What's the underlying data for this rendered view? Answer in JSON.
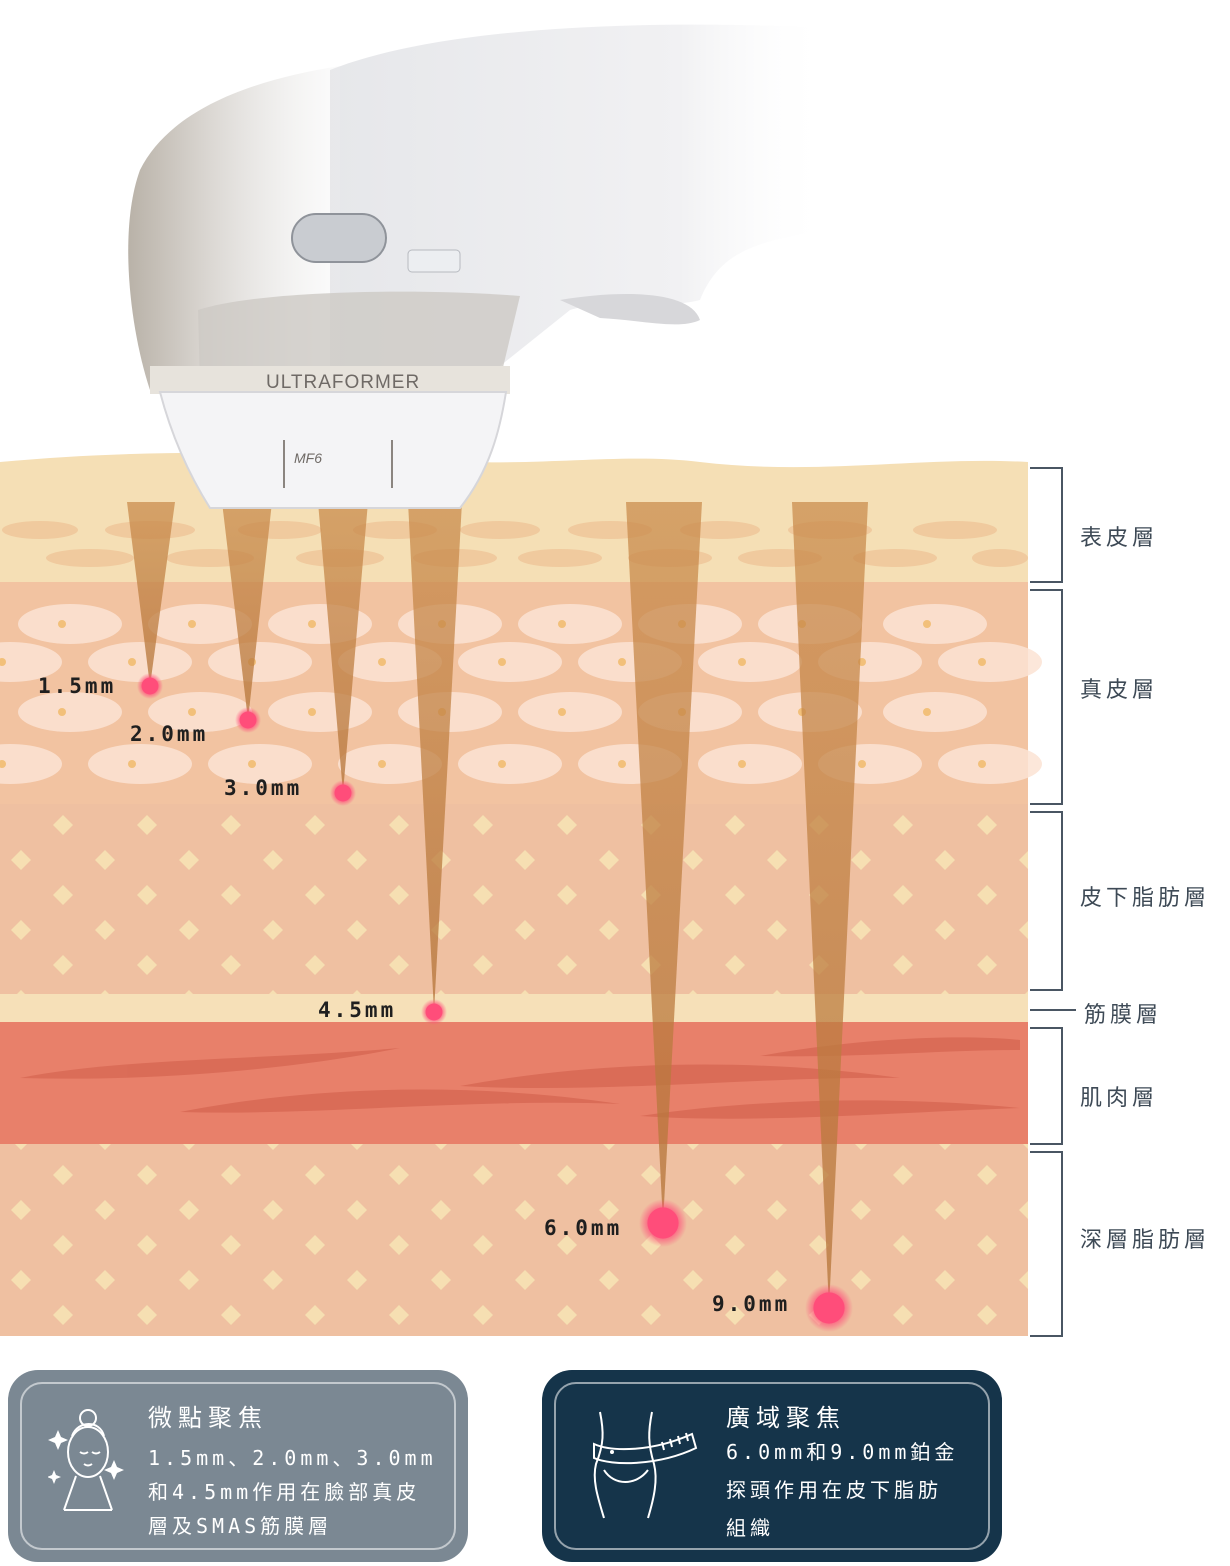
{
  "device": {
    "brand": "ULTRAFORMER",
    "model": "MF6"
  },
  "layers": [
    {
      "name": "表皮層",
      "color": "#f5dfb5"
    },
    {
      "name": "真皮層",
      "color": "#f2c3a1"
    },
    {
      "name": "皮下脂肪層",
      "color": "#efc0a1"
    },
    {
      "name": "筋膜層",
      "color": "#f6e0b8"
    },
    {
      "name": "肌肉層",
      "color": "#e8806a"
    },
    {
      "name": "深層脂肪層",
      "color": "#efc0a1"
    }
  ],
  "depths": [
    {
      "label": "1.5mm"
    },
    {
      "label": "2.0mm"
    },
    {
      "label": "3.0mm"
    },
    {
      "label": "4.5mm"
    },
    {
      "label": "6.0mm"
    },
    {
      "label": "9.0mm"
    }
  ],
  "cards": {
    "micro": {
      "title": "微點聚焦",
      "lines": [
        "1.5mm、2.0mm、3.0mm",
        "和4.5mm作用在臉部真皮",
        "層及SMAS筋膜層"
      ],
      "icon": "face-icon",
      "color": "#7b8893"
    },
    "wide": {
      "title": "廣域聚焦",
      "lines": [
        "6.0mm和9.0mm鉑金",
        "探頭作用在皮下脂肪",
        "組織"
      ],
      "icon": "waist-measure-icon",
      "color": "#15344a"
    }
  },
  "colors": {
    "beam": "#c58a4d",
    "focal_point": "#ff4d7a",
    "bracket": "#4a5663"
  }
}
